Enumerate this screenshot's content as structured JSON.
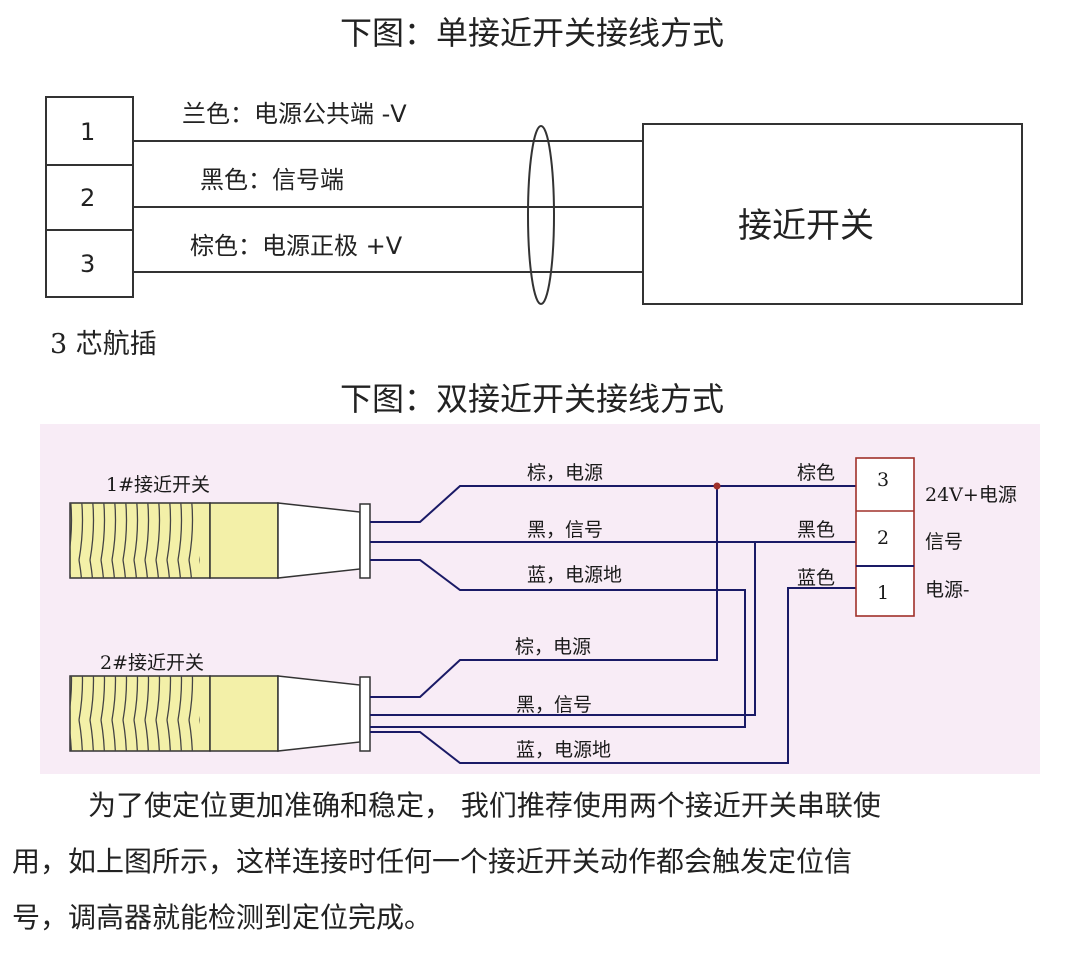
{
  "diagram1": {
    "title": "下图：单接近开关接线方式",
    "pins": [
      "1",
      "2",
      "3"
    ],
    "wires": [
      "兰色：电源公共端 -V",
      "黑色：信号端",
      "棕色：电源正极 +V"
    ],
    "switch_label": "接近开关",
    "connector_label": "3 芯航插"
  },
  "diagram2": {
    "title": "下图：双接近开关接线方式",
    "switch1_label": "1#接近开关",
    "switch2_label": "2#接近开关",
    "switch1_wires": [
      "棕，电源",
      "黑，信号",
      "蓝，电源地"
    ],
    "switch2_wires": [
      "棕，电源",
      "黑，信号",
      "蓝，电源地"
    ],
    "terminal_colors": [
      "棕色",
      "黑色",
      "蓝色"
    ],
    "terminal_pins": [
      "3",
      "2",
      "1"
    ],
    "terminal_desc": [
      "24V+电源",
      "信号",
      "电源-"
    ],
    "colors": {
      "background": "#f8ecf6",
      "wire": "#1a1a66",
      "sensor_body": "#f3f0a8"
    }
  },
  "paragraph": {
    "line1": "为了使定位更加准确和稳定， 我们推荐使用两个接近开关串联使",
    "line2": "用，如上图所示，这样连接时任何一个接近开关动作都会触发定位信",
    "line3": "号，调高器就能检测到定位完成。"
  }
}
